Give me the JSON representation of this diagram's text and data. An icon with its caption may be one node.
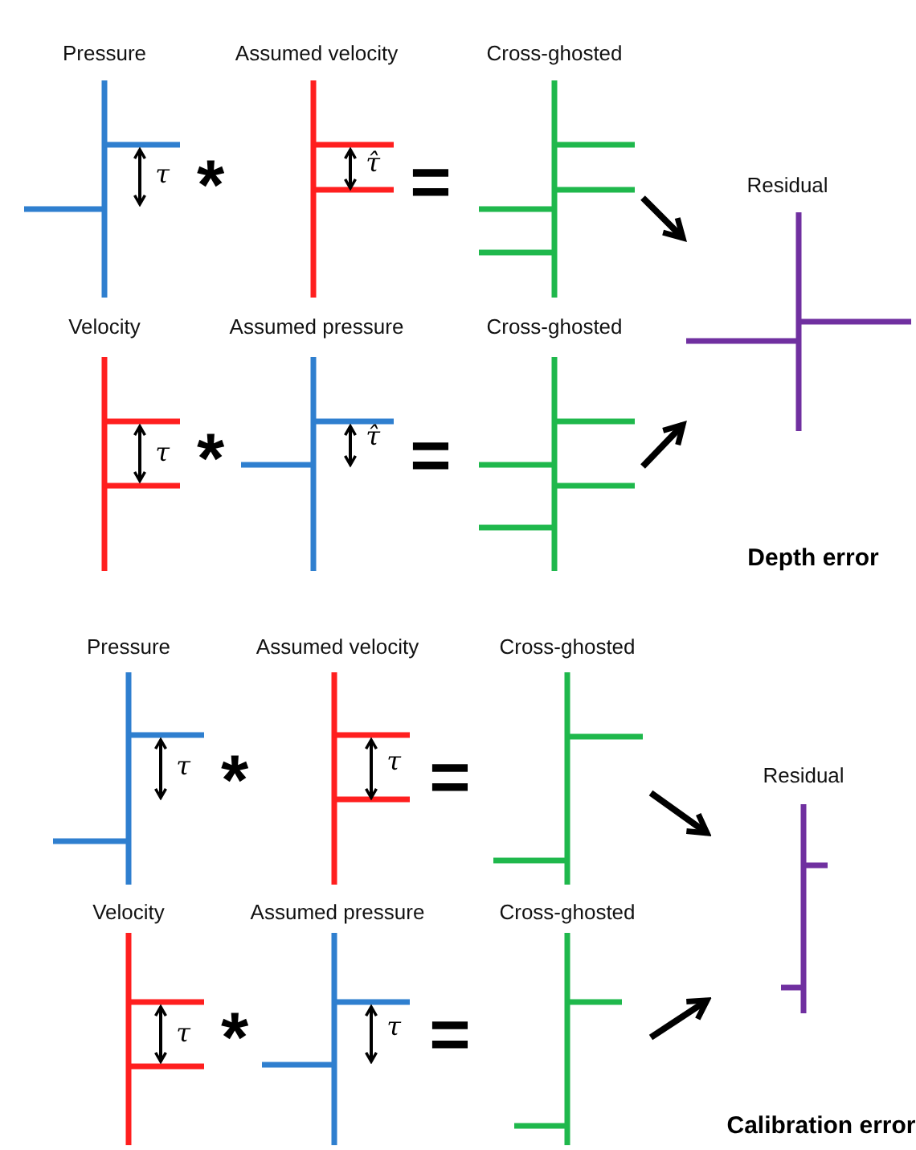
{
  "diagram": {
    "nodes": [
      {
        "text": [
          "Pressure",
          "τ"
        ]
      },
      {
        "text": [
          "Assumed velocity",
          "τ̂"
        ]
      },
      {
        "text": [
          "Cross-ghosted"
        ]
      },
      {
        "text": [
          "Residual"
        ]
      },
      {
        "text": [
          "Velocity",
          "τ"
        ]
      },
      {
        "text": [
          "Assumed pressure",
          "τ̂"
        ]
      },
      {
        "text": [
          "Cross-ghosted"
        ]
      },
      {
        "text": [
          "Pressure",
          "τ"
        ]
      },
      {
        "text": [
          "Assumed velocity",
          "τ"
        ]
      },
      {
        "text": [
          "Cross-ghosted"
        ]
      },
      {
        "text": [
          "Residual"
        ]
      },
      {
        "text": [
          "Velocity",
          "τ"
        ]
      },
      {
        "text": [
          "Assumed pressure",
          "τ"
        ]
      },
      {
        "text": [
          "Cross-ghosted"
        ]
      }
    ],
    "edges": [
      {
        "from": 2,
        "to": 3,
        "arrow": "to"
      },
      {
        "from": 6,
        "to": 3,
        "arrow": "to"
      },
      {
        "from": 9,
        "to": 10,
        "arrow": "to"
      },
      {
        "from": 13,
        "to": 10,
        "arrow": "to"
      }
    ],
    "labels": [
      "*",
      "=",
      "*",
      "=",
      "Depth error",
      "*",
      "=",
      "*",
      "=",
      "Calibration error"
    ]
  }
}
